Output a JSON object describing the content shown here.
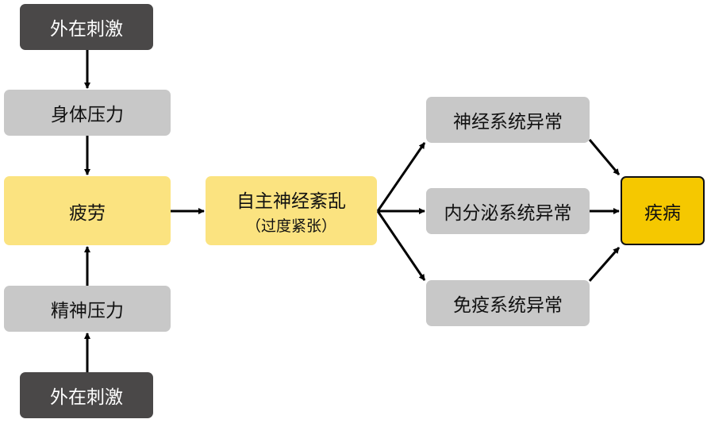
{
  "nodes": {
    "stimulus_top": "外在刺激",
    "body_pressure": "身体压力",
    "fatigue": "疲劳",
    "mental_pressure": "精神压力",
    "stimulus_bottom": "外在刺激",
    "autonomic": "自主神经紊乱",
    "autonomic_sub": "（过度紧张）",
    "nervous": "神经系统异常",
    "endocrine": "内分泌系统异常",
    "immune": "免疫系统异常",
    "disease": "疾病"
  },
  "edges": [
    [
      "stimulus_top",
      "body_pressure"
    ],
    [
      "body_pressure",
      "fatigue"
    ],
    [
      "stimulus_bottom",
      "mental_pressure"
    ],
    [
      "mental_pressure",
      "fatigue"
    ],
    [
      "fatigue",
      "autonomic"
    ],
    [
      "autonomic",
      "nervous"
    ],
    [
      "autonomic",
      "endocrine"
    ],
    [
      "autonomic",
      "immune"
    ],
    [
      "nervous",
      "disease"
    ],
    [
      "endocrine",
      "disease"
    ],
    [
      "immune",
      "disease"
    ]
  ]
}
